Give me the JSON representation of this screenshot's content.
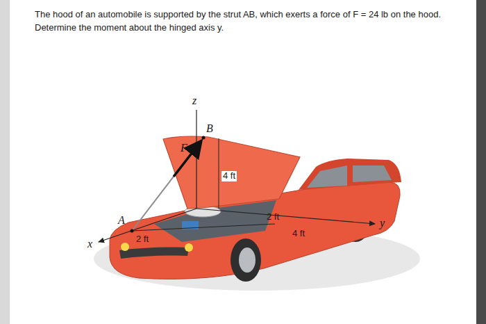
{
  "diagram": {
    "labels": [
      "The hood of an automobile is supported by the strut AB, which exerts a force of F = 24 lb on the hood.",
      "Determine the moment about the hinged axis y.",
      "z",
      "B",
      "F",
      "4 ft",
      "A",
      "2 ft",
      "2 ft",
      "4 ft",
      "x",
      "y"
    ]
  }
}
